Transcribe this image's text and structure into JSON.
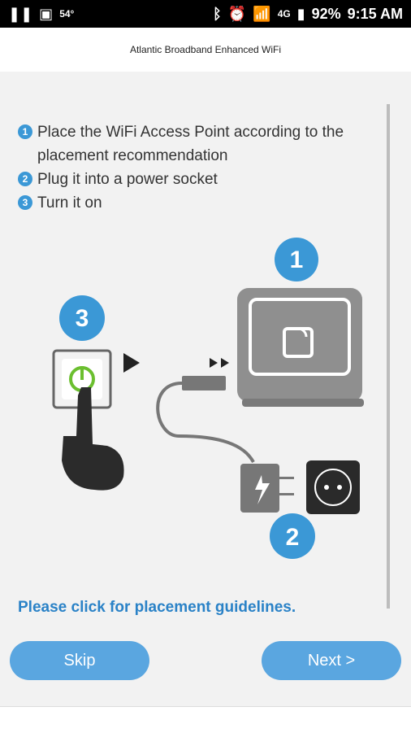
{
  "status_bar": {
    "temp": "54°",
    "battery": "92%",
    "time": "9:15 AM",
    "net": "4G"
  },
  "header": {
    "title": "Atlantic Broadband Enhanced WiFi"
  },
  "steps": [
    {
      "num": "1",
      "text": "Place the WiFi Access Point according to the placement recommendation"
    },
    {
      "num": "2",
      "text": "Plug it into a power socket"
    },
    {
      "num": "3",
      "text": "Turn it on"
    }
  ],
  "illustration": {
    "step1": "1",
    "step2": "2",
    "step3": "3"
  },
  "link": {
    "text": "Please click for placement guidelines."
  },
  "buttons": {
    "skip": "Skip",
    "next": "Next >"
  }
}
